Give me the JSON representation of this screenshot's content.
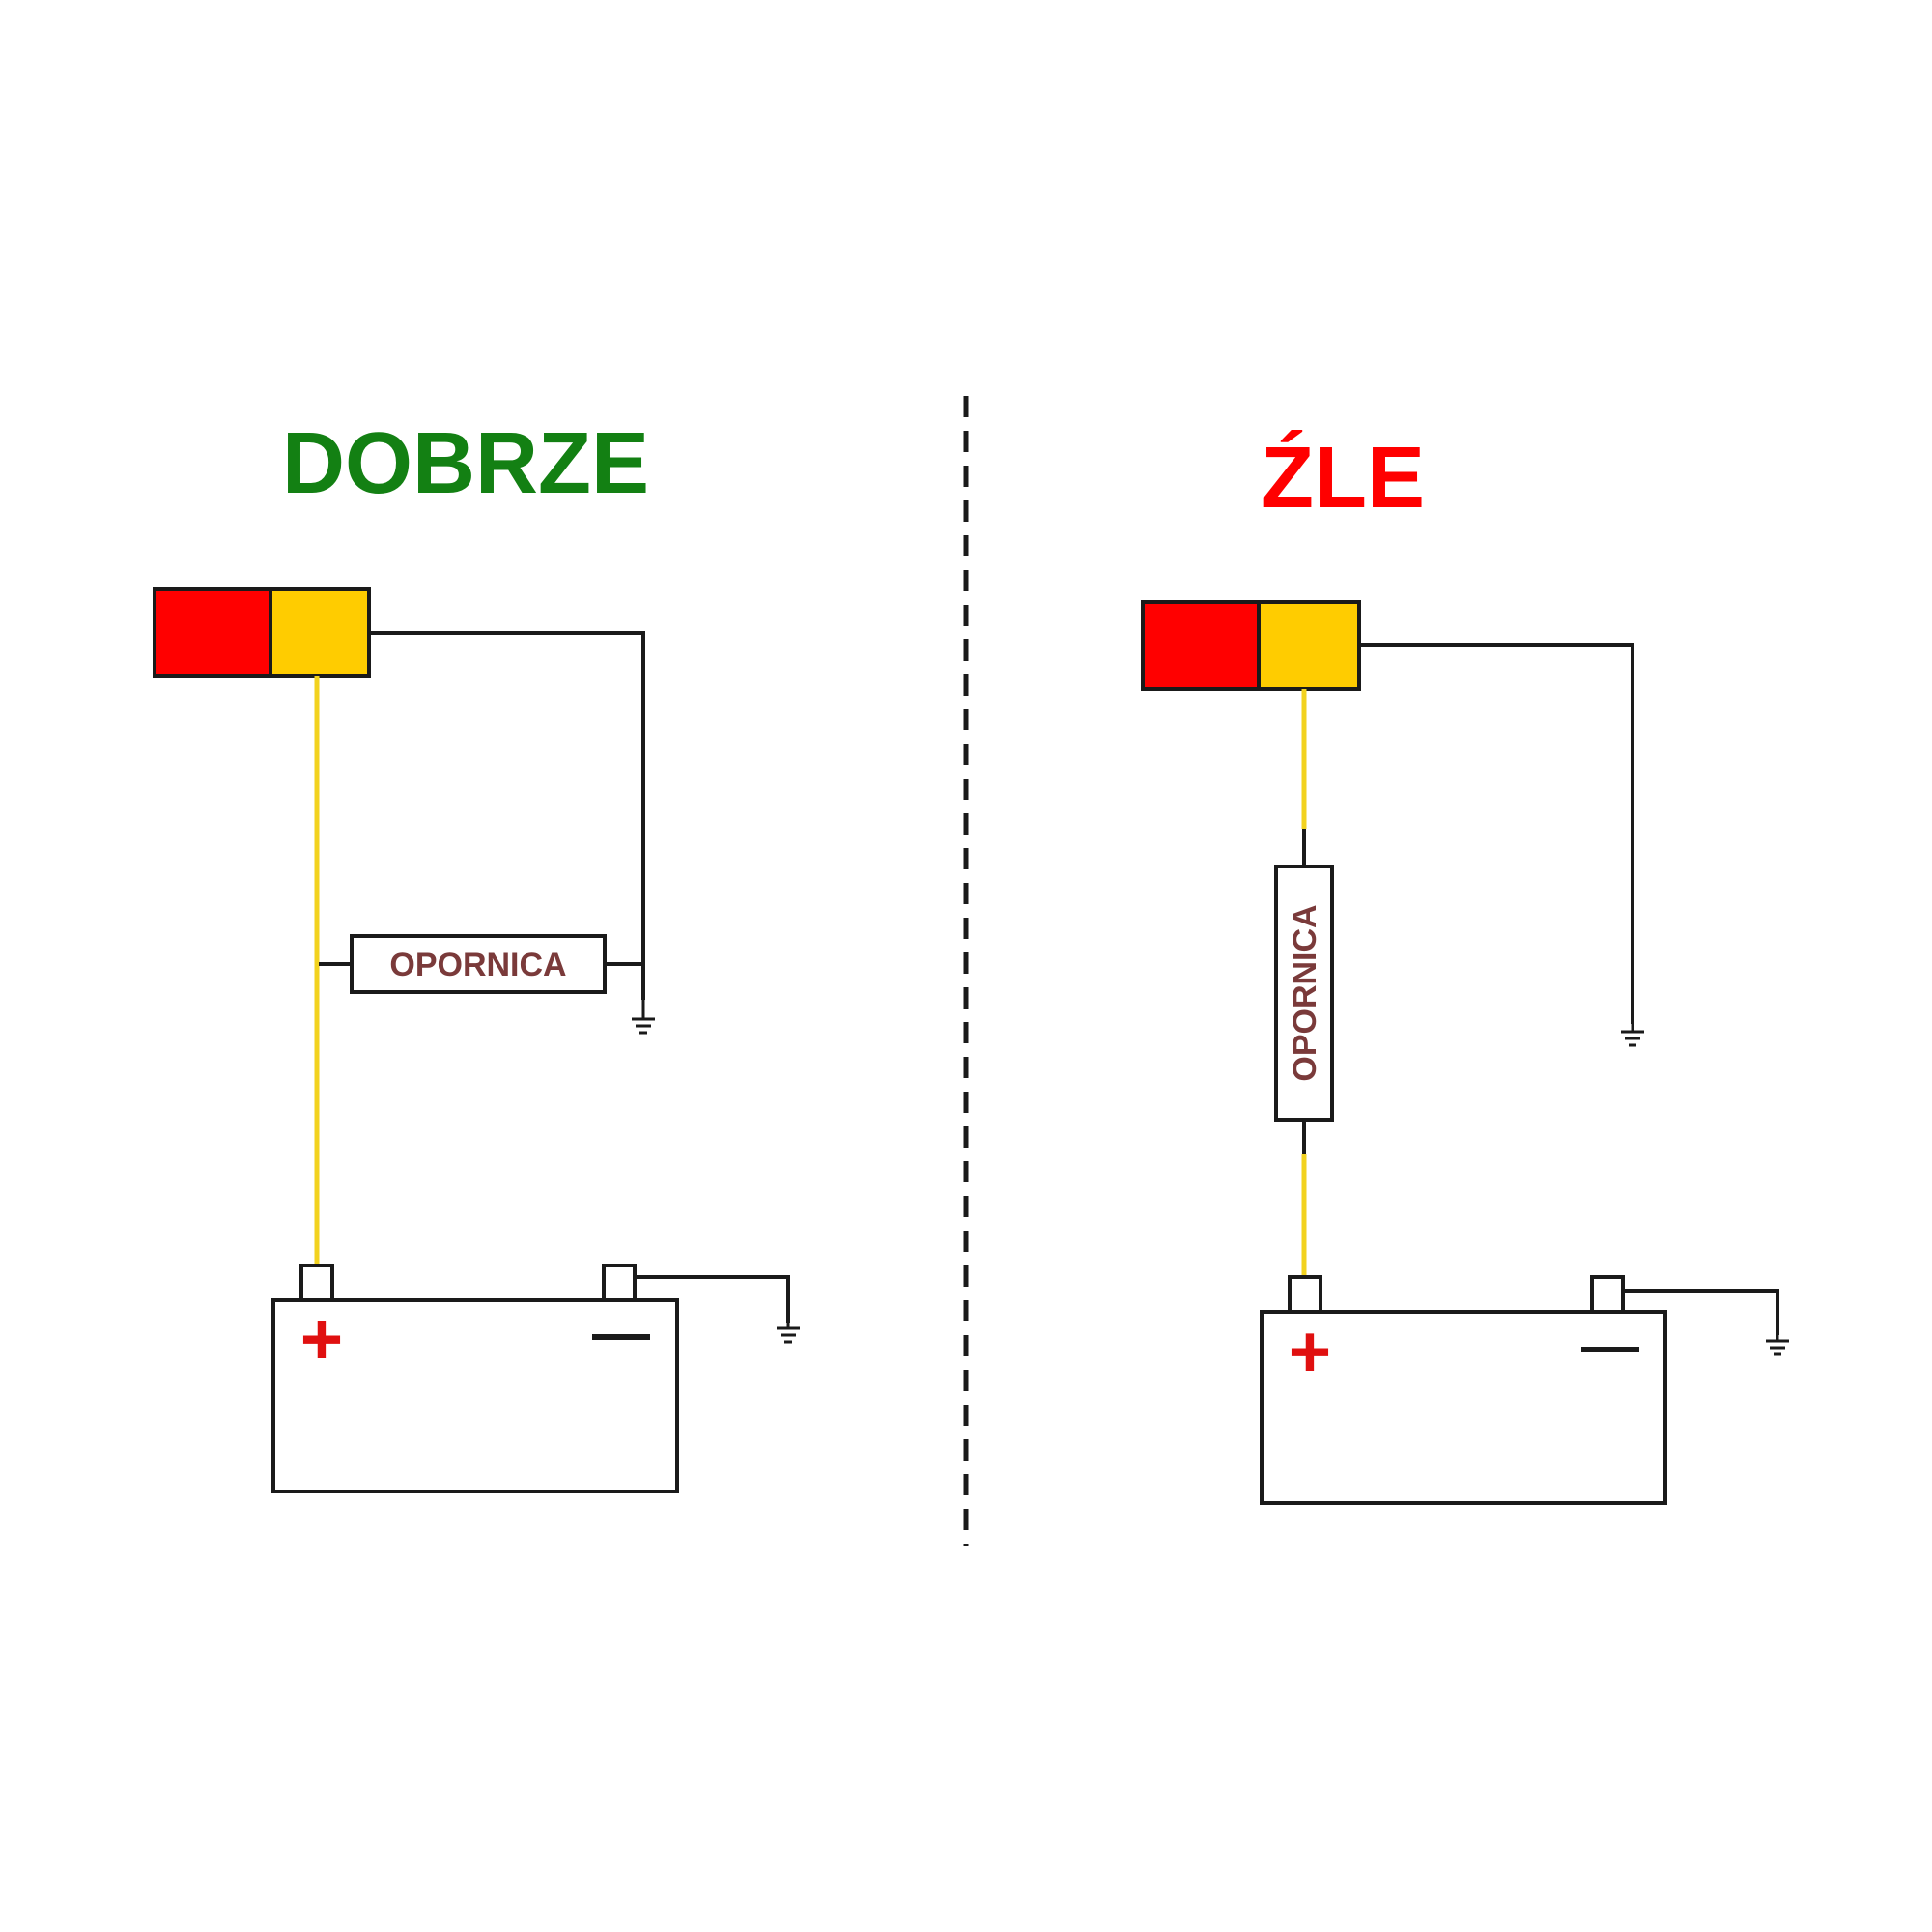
{
  "colors": {
    "good_title": "#138013",
    "bad_title": "#ff0000",
    "lamp_red": "#ff0000",
    "lamp_amber": "#ffcc00",
    "wire_yellow": "#f2d21f",
    "wire_black": "#1a1a1a",
    "resistor_text": "#7a3a3a",
    "terminal_plus": "#e01010"
  },
  "panels": {
    "good": {
      "title": "DOBRZE",
      "resistor_label": "OPORNICA",
      "plus_symbol": "+",
      "minus_symbol": "—"
    },
    "bad": {
      "title": "ŹLE",
      "resistor_label": "OPORNICA",
      "plus_symbol": "+",
      "minus_symbol": "—"
    }
  }
}
